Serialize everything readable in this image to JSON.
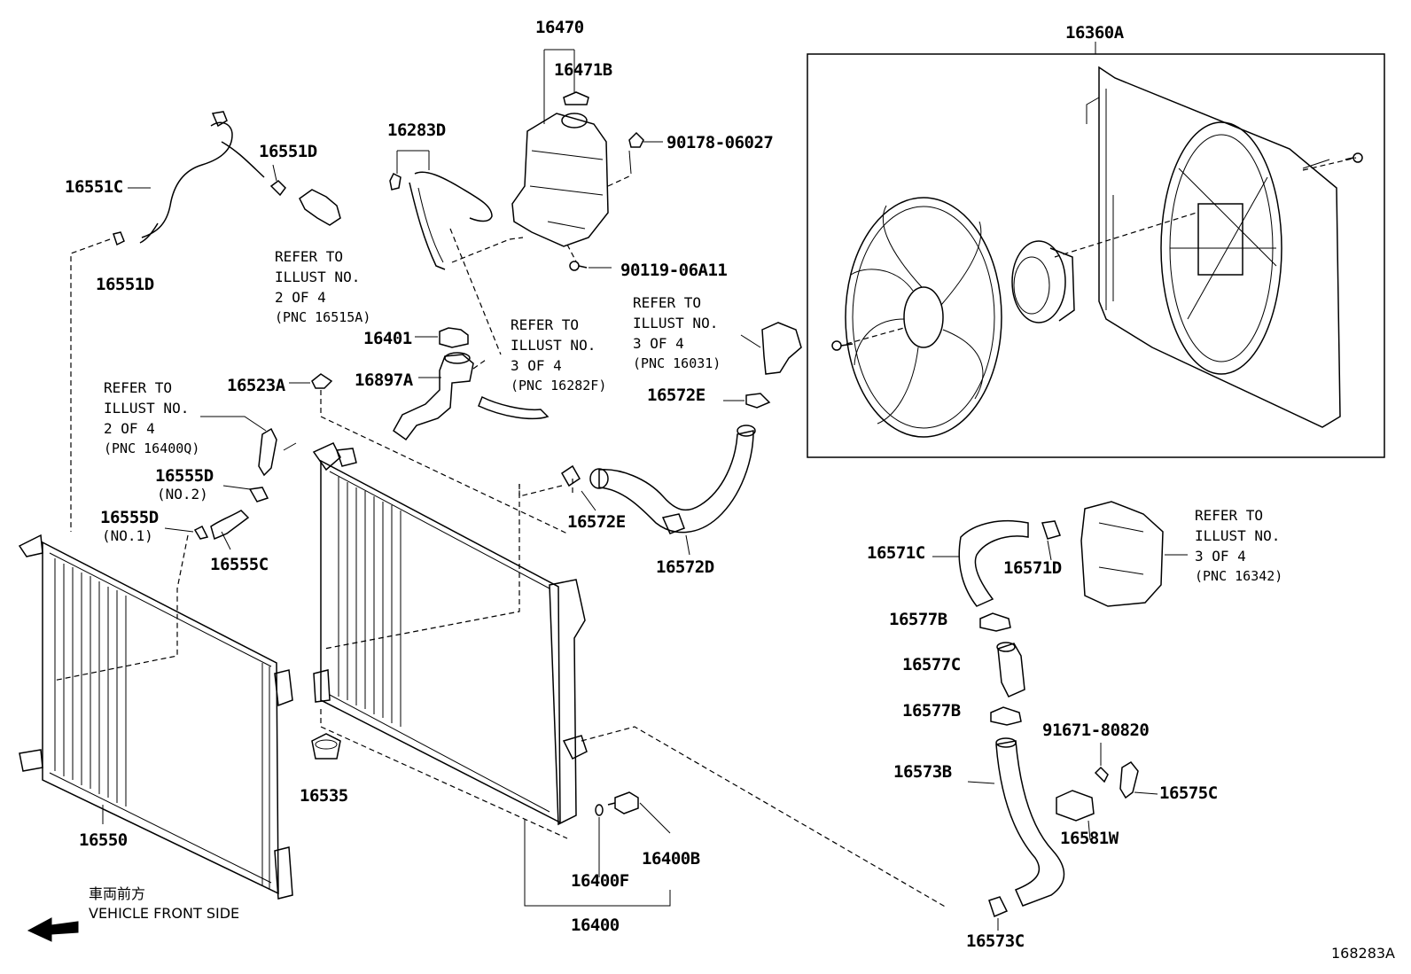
{
  "diagram": {
    "ref_code": "168283A",
    "front_side": {
      "jp": "車両前方",
      "en": "VEHICLE FRONT SIDE"
    },
    "parts": [
      {
        "id": "p16470",
        "text": "16470"
      },
      {
        "id": "p16471B",
        "text": "16471B"
      },
      {
        "id": "p16360A",
        "text": "16360A"
      },
      {
        "id": "p90178",
        "text": "90178-06027"
      },
      {
        "id": "p16283D",
        "text": "16283D"
      },
      {
        "id": "p16551C",
        "text": "16551C"
      },
      {
        "id": "p16551D_top",
        "text": "16551D"
      },
      {
        "id": "p16551D_bot",
        "text": "16551D"
      },
      {
        "id": "p90119",
        "text": "90119-06A11"
      },
      {
        "id": "p16401",
        "text": "16401"
      },
      {
        "id": "p16897A",
        "text": "16897A"
      },
      {
        "id": "p16523A",
        "text": "16523A"
      },
      {
        "id": "p16572E_top",
        "text": "16572E"
      },
      {
        "id": "p16572E_mid",
        "text": "16572E"
      },
      {
        "id": "p16572D",
        "text": "16572D"
      },
      {
        "id": "p16555D_no2",
        "text": "16555D"
      },
      {
        "id": "p16555D_no1",
        "text": "16555D"
      },
      {
        "id": "p16555C",
        "text": "16555C"
      },
      {
        "id": "p16571C",
        "text": "16571C"
      },
      {
        "id": "p16571D",
        "text": "16571D"
      },
      {
        "id": "p16577B_top",
        "text": "16577B"
      },
      {
        "id": "p16577C",
        "text": "16577C"
      },
      {
        "id": "p16577B_bot",
        "text": "16577B"
      },
      {
        "id": "p91671",
        "text": "91671-80820"
      },
      {
        "id": "p16573B",
        "text": "16573B"
      },
      {
        "id": "p16575C",
        "text": "16575C"
      },
      {
        "id": "p16581W",
        "text": "16581W"
      },
      {
        "id": "p16573C",
        "text": "16573C"
      },
      {
        "id": "p16535",
        "text": "16535"
      },
      {
        "id": "p16550",
        "text": "16550"
      },
      {
        "id": "p16400B",
        "text": "16400B"
      },
      {
        "id": "p16400F",
        "text": "16400F"
      },
      {
        "id": "p16400",
        "text": "16400"
      }
    ],
    "sublabels": {
      "no2": "(NO.2)",
      "no1": "(NO.1)"
    },
    "notes": {
      "n16515A": {
        "l1": "REFER TO",
        "l2": "ILLUST NO.",
        "l3": "2 OF 4",
        "l4": "(PNC 16515A)"
      },
      "n16282F": {
        "l1": "REFER TO",
        "l2": "ILLUST NO.",
        "l3": "3 OF 4",
        "l4": "(PNC 16282F)"
      },
      "n16031": {
        "l1": "REFER TO",
        "l2": "ILLUST NO.",
        "l3": "3 OF 4",
        "l4": "(PNC 16031)"
      },
      "n16400Q": {
        "l1": "REFER TO",
        "l2": "ILLUST NO.",
        "l3": "2 OF 4",
        "l4": "(PNC 16400Q)"
      },
      "n16342": {
        "l1": "REFER TO",
        "l2": "ILLUST NO.",
        "l3": "3 OF 4",
        "l4": "(PNC 16342)"
      }
    }
  }
}
